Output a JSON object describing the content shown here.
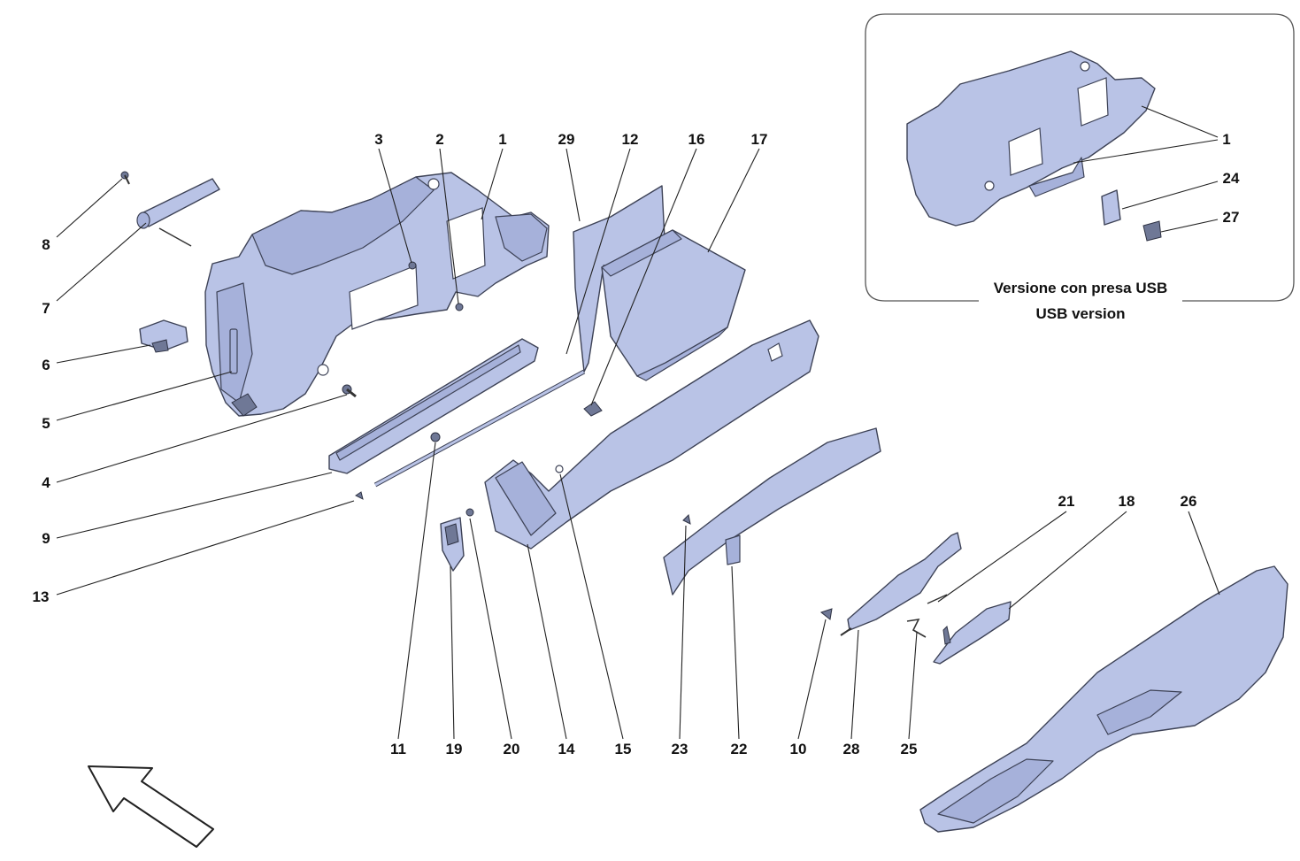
{
  "diagram": {
    "callouts": [
      {
        "id": "c1",
        "label": "1"
      },
      {
        "id": "c2",
        "label": "2"
      },
      {
        "id": "c3",
        "label": "3"
      },
      {
        "id": "c29",
        "label": "29"
      },
      {
        "id": "c12",
        "label": "12"
      },
      {
        "id": "c16",
        "label": "16"
      },
      {
        "id": "c17",
        "label": "17"
      },
      {
        "id": "c8",
        "label": "8"
      },
      {
        "id": "c7",
        "label": "7"
      },
      {
        "id": "c6",
        "label": "6"
      },
      {
        "id": "c5",
        "label": "5"
      },
      {
        "id": "c4",
        "label": "4"
      },
      {
        "id": "c9",
        "label": "9"
      },
      {
        "id": "c13",
        "label": "13"
      },
      {
        "id": "c11",
        "label": "11"
      },
      {
        "id": "c19",
        "label": "19"
      },
      {
        "id": "c20",
        "label": "20"
      },
      {
        "id": "c14",
        "label": "14"
      },
      {
        "id": "c15",
        "label": "15"
      },
      {
        "id": "c23",
        "label": "23"
      },
      {
        "id": "c22",
        "label": "22"
      },
      {
        "id": "c10",
        "label": "10"
      },
      {
        "id": "c28",
        "label": "28"
      },
      {
        "id": "c25",
        "label": "25"
      },
      {
        "id": "c21",
        "label": "21"
      },
      {
        "id": "c18",
        "label": "18"
      },
      {
        "id": "c26",
        "label": "26"
      },
      {
        "id": "i1",
        "label": "1"
      },
      {
        "id": "i24",
        "label": "24"
      },
      {
        "id": "i27",
        "label": "27"
      }
    ],
    "inset": {
      "caption_it": "Versione con presa USB",
      "caption_en": "USB version"
    },
    "colors": {
      "part_fill": "#b9c3e6",
      "outline": "#3d4256"
    },
    "icons": {
      "direction": "direction-arrow-icon"
    }
  }
}
